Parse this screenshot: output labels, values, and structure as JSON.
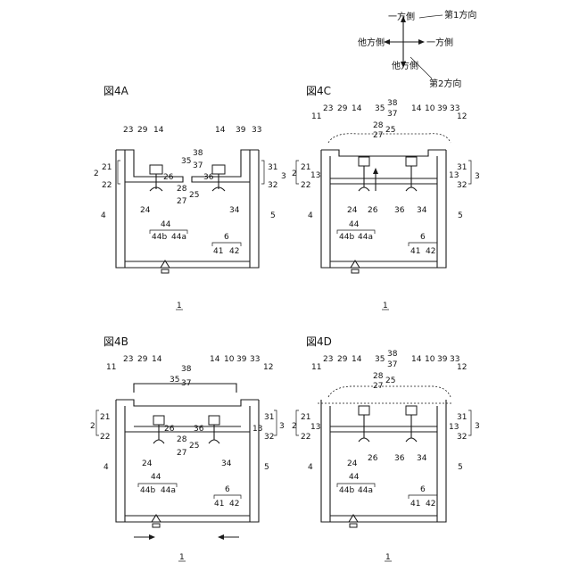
{
  "direction_key": {
    "one_side_top": "一方側",
    "first_direction": "第1方向",
    "other_side_left": "他方側",
    "one_side_right": "一方側",
    "other_side_bottom": "他方側",
    "second_direction": "第2方向"
  },
  "figures": [
    {
      "id": "4A",
      "title": "図4A",
      "ref_main": "1",
      "labels": {
        "l23": "23",
        "l29": "29",
        "l14a": "14",
        "l14b": "14",
        "l39": "39",
        "l33": "33",
        "l35": "35",
        "l38": "38",
        "l37": "37",
        "l2": "2",
        "l21": "21",
        "l22": "22",
        "l26": "26",
        "l28": "28",
        "l25": "25",
        "l27": "27",
        "l36": "36",
        "l31": "31",
        "l32": "32",
        "l3": "3",
        "l24": "24",
        "l34": "34",
        "l4": "4",
        "l5": "5",
        "l44": "44",
        "l44b": "44b",
        "l44a": "44a",
        "l6": "6",
        "l41": "41",
        "l42": "42"
      }
    },
    {
      "id": "4B",
      "title": "図4B",
      "ref_main": "1",
      "labels": {
        "l11": "11",
        "l23": "23",
        "l29": "29",
        "l14a": "14",
        "l35": "35",
        "l38": "38",
        "l37": "37",
        "l14b": "14",
        "l10": "10",
        "l39": "39",
        "l33": "33",
        "l12": "12",
        "l2": "2",
        "l21": "21",
        "l22": "22",
        "l26": "26",
        "l28": "28",
        "l25": "25",
        "l27": "27",
        "l36": "36",
        "l13": "13",
        "l31": "31",
        "l32": "32",
        "l3": "3",
        "l24": "24",
        "l34": "34",
        "l4": "4",
        "l5": "5",
        "l44": "44",
        "l44b": "44b",
        "l44a": "44a",
        "l6": "6",
        "l41": "41",
        "l42": "42"
      }
    },
    {
      "id": "4C",
      "title": "図4C",
      "ref_main": "1",
      "labels": {
        "l11": "11",
        "l23": "23",
        "l29": "29",
        "l14a": "14",
        "l35": "35",
        "l38": "38",
        "l37": "37",
        "l28": "28",
        "l25": "25",
        "l27": "27",
        "l14b": "14",
        "l10": "10",
        "l39": "39",
        "l33": "33",
        "l12": "12",
        "l2": "2",
        "l21": "21",
        "l13a": "13",
        "l22": "22",
        "l31": "31",
        "l13b": "13",
        "l32": "32",
        "l3": "3",
        "l24": "24",
        "l26": "26",
        "l36": "36",
        "l34": "34",
        "l4": "4",
        "l5": "5",
        "l44": "44",
        "l44b": "44b",
        "l44a": "44a",
        "l6": "6",
        "l41": "41",
        "l42": "42"
      }
    },
    {
      "id": "4D",
      "title": "図4D",
      "ref_main": "1",
      "labels": {
        "l11": "11",
        "l23": "23",
        "l29": "29",
        "l14a": "14",
        "l35": "35",
        "l38": "38",
        "l37": "37",
        "l28": "28",
        "l25": "25",
        "l27": "27",
        "l14b": "14",
        "l10": "10",
        "l39": "39",
        "l33": "33",
        "l12": "12",
        "l2": "2",
        "l21": "21",
        "l13a": "13",
        "l22": "22",
        "l31": "31",
        "l13b": "13",
        "l32": "32",
        "l3": "3",
        "l24": "24",
        "l26": "26",
        "l36": "36",
        "l34": "34",
        "l4": "4",
        "l5": "5",
        "l44": "44",
        "l44b": "44b",
        "l44a": "44a",
        "l6": "6",
        "l41": "41",
        "l42": "42"
      }
    }
  ]
}
